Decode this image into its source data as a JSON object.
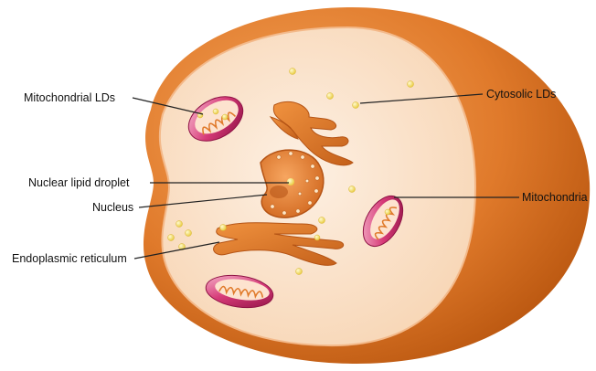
{
  "labels": {
    "mitochondrial_lds": "Mitochondrial LDs",
    "cytosolic_lds": "Cytosolic LDs",
    "nuclear_lipid_droplet": "Nuclear lipid droplet",
    "nucleus": "Nucleus",
    "mitochondria": "Mitochondria",
    "endoplasmic_reticulum": "Endoplasmic reticulum"
  },
  "colors": {
    "membrane_outer": "#d2691e",
    "membrane_inner": "#f6c28e",
    "cytoplasm": "#fbe2cc",
    "organelle": "#e07a2b",
    "organelle_dark": "#b55415",
    "lipid_droplet": "#f4e06a",
    "mito_outer": "#c2185b",
    "leader_line": "#222222"
  }
}
